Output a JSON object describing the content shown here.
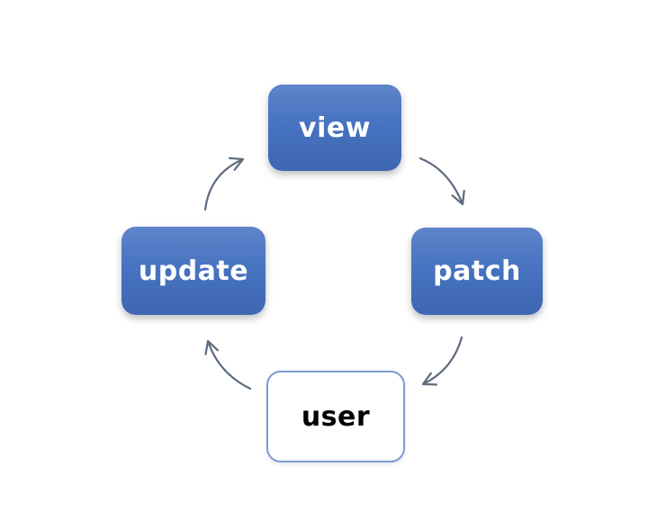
{
  "diagram": {
    "nodes": [
      {
        "id": "view",
        "label": "view",
        "style": "filled"
      },
      {
        "id": "patch",
        "label": "patch",
        "style": "filled"
      },
      {
        "id": "update",
        "label": "update",
        "style": "filled"
      },
      {
        "id": "user",
        "label": "user",
        "style": "outlined"
      }
    ],
    "edges": [
      {
        "from": "view",
        "to": "patch"
      },
      {
        "from": "patch",
        "to": "user"
      },
      {
        "from": "user",
        "to": "update"
      },
      {
        "from": "update",
        "to": "view"
      }
    ],
    "colors": {
      "background": "#ffffff",
      "node_fill_top": "#5e85ca",
      "node_fill_mid": "#4672c0",
      "node_fill_bottom": "#3e67b2",
      "node_text": "#ffffff",
      "outline_border": "#7d9bd1",
      "outline_text": "#000000",
      "arrow": "#5d6b7e"
    }
  }
}
